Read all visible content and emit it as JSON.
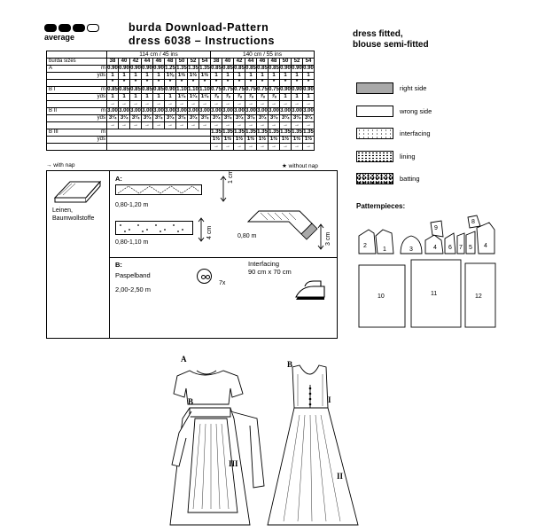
{
  "header": {
    "level_label": "average",
    "title_line1": "burda Download-Pattern",
    "title_line2": "dress 6038 – Instructions",
    "fit_line1": "dress fitted,",
    "fit_line2": "blouse semi-fitted"
  },
  "table": {
    "group1": "114 cm / 45 ins",
    "group2": "140 cm / 55 ins",
    "size_label": "burda sizes",
    "sizes": [
      "38",
      "40",
      "42",
      "44",
      "46",
      "48",
      "50",
      "52",
      "54"
    ],
    "rows": [
      {
        "name": "A",
        "m1": [
          "0.90",
          "0.90",
          "0.90",
          "0.90",
          "0.90",
          "1.25",
          "1.35",
          "1.35",
          "1.35"
        ],
        "y1": [
          "1",
          "1",
          "1",
          "1",
          "1",
          "1⅜",
          "1½",
          "1½",
          "1½"
        ],
        "s1": [
          "*",
          "*",
          "*",
          "*",
          "*",
          "*",
          "*",
          "*",
          "*"
        ],
        "m2": [
          "0.85",
          "0.85",
          "0.85",
          "0.85",
          "0.85",
          "0.85",
          "0.90",
          "0.90",
          "0.90"
        ],
        "y2": [
          "1",
          "1",
          "1",
          "1",
          "1",
          "1",
          "1",
          "1",
          "1"
        ],
        "s2": [
          "*",
          "*",
          "*",
          "*",
          "*",
          "*",
          "*",
          "*",
          "*"
        ]
      },
      {
        "name": "B I",
        "m1": [
          "0.85",
          "0.85",
          "0.85",
          "0.85",
          "0.85",
          "0.90",
          "1.10",
          "1.10",
          "1.10"
        ],
        "y1": [
          "1",
          "1",
          "1",
          "1",
          "1",
          "1",
          "1¼",
          "1¼",
          "1¼"
        ],
        "s1": [
          "→",
          "→",
          "→",
          "→",
          "→",
          "→",
          "→",
          "→",
          "→"
        ],
        "m2": [
          "0.75",
          "0.75",
          "0.75",
          "0.75",
          "0.75",
          "0.75",
          "0.90",
          "0.90",
          "0.90"
        ],
        "y2": [
          "⅞",
          "⅞",
          "⅞",
          "⅞",
          "⅞",
          "⅞",
          "1",
          "1",
          "1"
        ],
        "s2": [
          "→",
          "→",
          "→",
          "→",
          "→",
          "→",
          "→",
          "→",
          "→"
        ]
      },
      {
        "name": "B II",
        "m1": [
          "3.00",
          "3.00",
          "3.00",
          "3.00",
          "3.00",
          "3.00",
          "3.00",
          "3.00",
          "3.00"
        ],
        "y1": [
          "3¼",
          "3¼",
          "3¼",
          "3¼",
          "3¼",
          "3¼",
          "3¼",
          "3¼",
          "3¼"
        ],
        "s1": [
          "→",
          "→",
          "→",
          "→",
          "→",
          "→",
          "→",
          "→",
          "→"
        ],
        "m2": [
          "3.00",
          "3.00",
          "3.00",
          "3.00",
          "3.00",
          "3.00",
          "3.00",
          "3.00",
          "3.00"
        ],
        "y2": [
          "3¼",
          "3¼",
          "3¼",
          "3¼",
          "3¼",
          "3¼",
          "3¼",
          "3¼",
          "3¼"
        ],
        "s2": [
          "→",
          "→",
          "→",
          "→",
          "→",
          "→",
          "→",
          "→",
          "→"
        ]
      },
      {
        "name": "B III",
        "m1": [],
        "y1": [],
        "s1": [],
        "m2": [
          "1.35",
          "1.35",
          "1.35",
          "1.35",
          "1.35",
          "1.35",
          "1.35",
          "1.35",
          "1.35"
        ],
        "y2": [
          "1½",
          "1½",
          "1½",
          "1½",
          "1½",
          "1½",
          "1½",
          "1½",
          "1½"
        ],
        "s2": [
          "→",
          "→",
          "→",
          "→",
          "→",
          "→",
          "→",
          "→",
          "→"
        ]
      }
    ],
    "unit_m": "m",
    "unit_yds": "yds",
    "with_nap": "→ with nap",
    "without_nap": "★ without nap"
  },
  "legend": [
    {
      "label": "right side",
      "swatch": "sw-right"
    },
    {
      "label": "wrong side",
      "swatch": "sw-wrong"
    },
    {
      "label": "interfacing",
      "swatch": "sw-inter"
    },
    {
      "label": "lining",
      "swatch": "sw-lining"
    },
    {
      "label": "batting",
      "swatch": "sw-batting"
    }
  ],
  "pattern_pieces": {
    "title": "Patternpieces:",
    "numbers": [
      "1",
      "2",
      "3",
      "4",
      "5",
      "6",
      "7",
      "8",
      "9",
      "10",
      "11",
      "12"
    ]
  },
  "material": {
    "fabric": "Leinen, Baumwollstoffe",
    "a_label": "A:",
    "a_len1": "0,80-1,20 m",
    "a_width1": "1 cm",
    "a_len2": "0,80-1,10 m",
    "a_width2": "4 cm",
    "a_len3": "0,80 m",
    "a_width3": "3 cm",
    "b_label": "B:",
    "b_tape": "Paspelband",
    "b_tape_len": "2,00-2,50 m",
    "buttons": "7x",
    "interfacing_line1": "Interfacing",
    "interfacing_line2": "90 cm x 70 cm"
  },
  "sketch": {
    "label_a": "A",
    "label_b_left": "B",
    "label_b_right": "B",
    "label_i": "I",
    "label_ii": "II",
    "label_iii": "III"
  }
}
